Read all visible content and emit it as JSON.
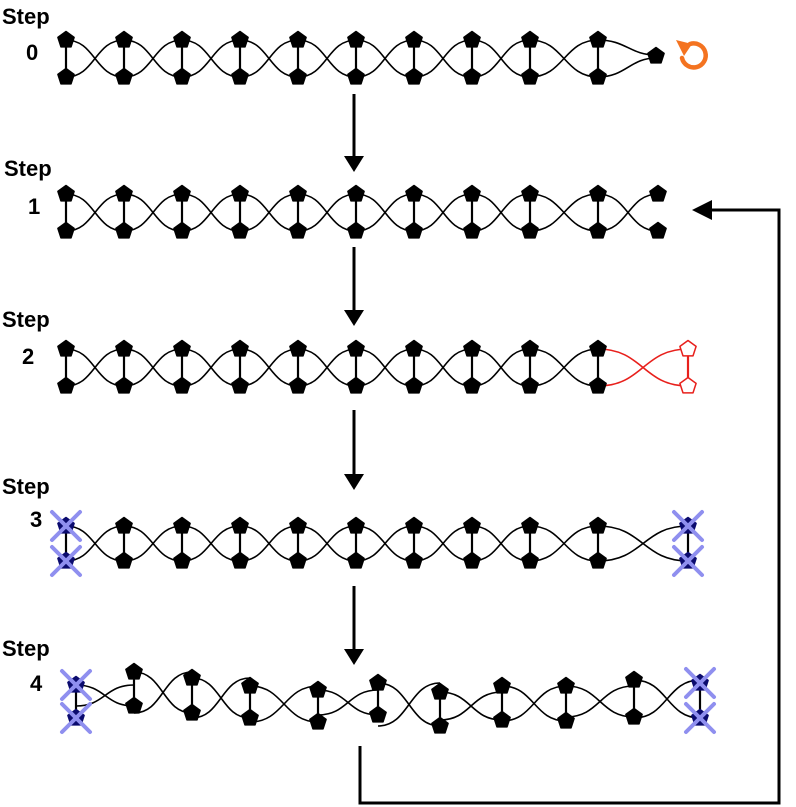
{
  "steps": [
    {
      "word": "Step",
      "number": "0"
    },
    {
      "word": "Step",
      "number": "1"
    },
    {
      "word": "Step",
      "number": "2"
    },
    {
      "word": "Step",
      "number": "3"
    },
    {
      "word": "Step",
      "number": "4"
    }
  ],
  "colors": {
    "node": "#000000",
    "link": "#000000",
    "new_unit": "#e8201c",
    "removed_mark": "#8f8fef",
    "removed_node": "#0b0b6e",
    "rotate_icon": "#f47320",
    "arrow": "#000000"
  },
  "icons": [
    "rotate-icon",
    "down-arrow-icon",
    "return-arrow-icon",
    "remove-cross-icon",
    "pentagon-node-icon"
  ]
}
